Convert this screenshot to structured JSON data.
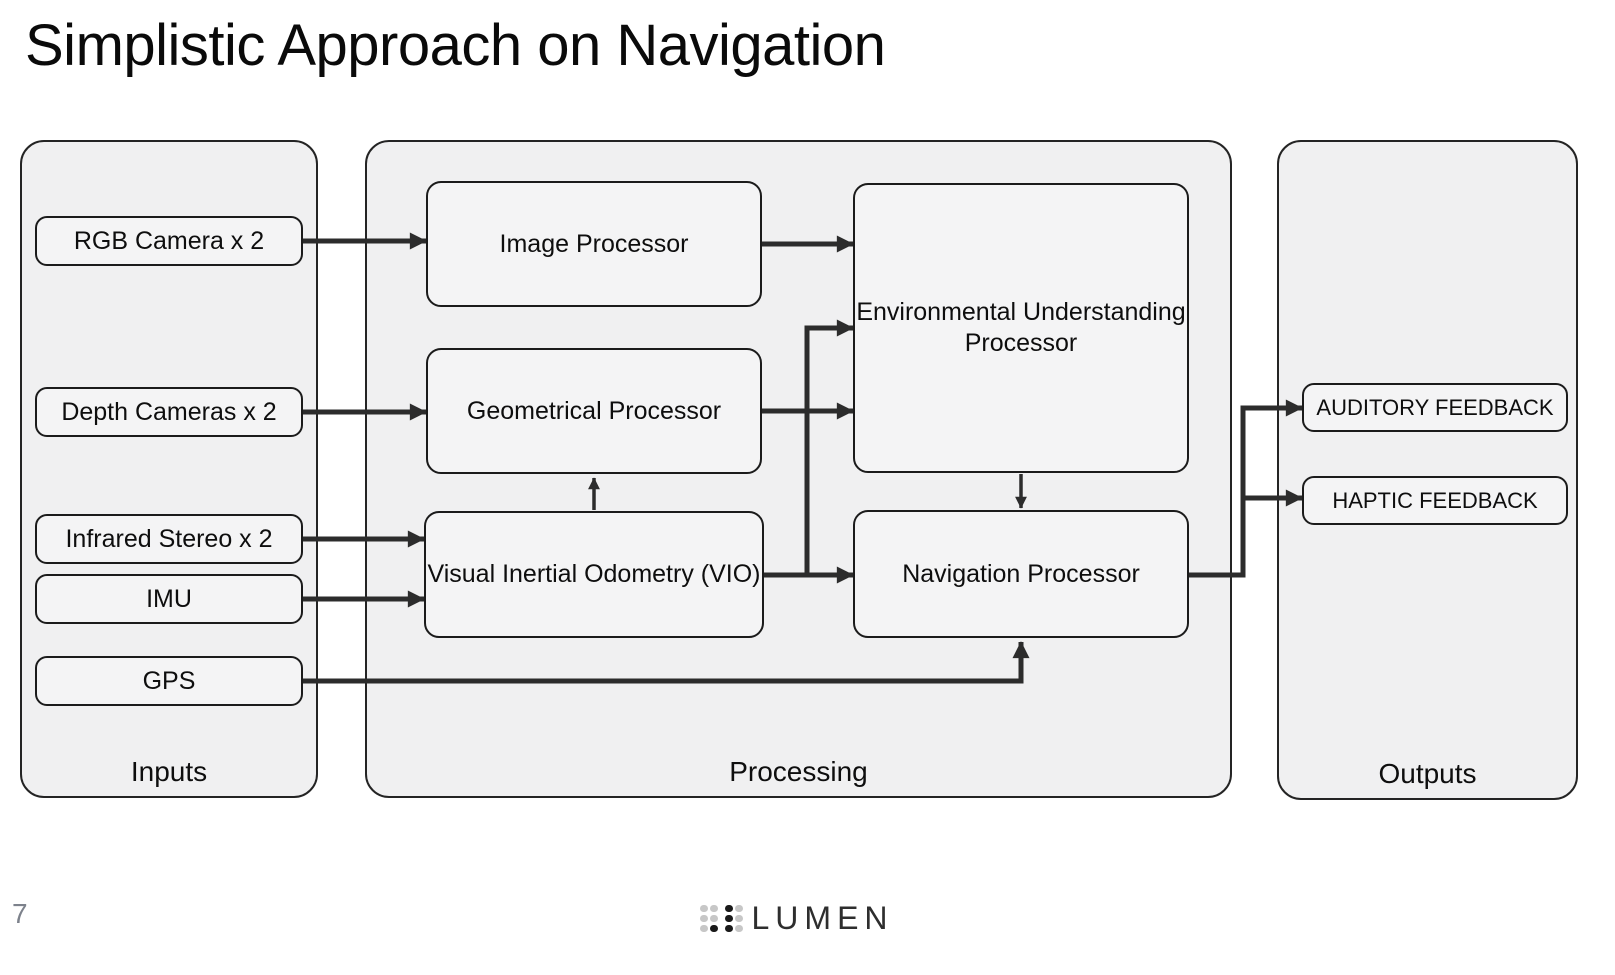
{
  "title": "Simplistic Approach on Navigation",
  "page_number": "7",
  "panels": {
    "inputs": {
      "label": "Inputs"
    },
    "processing": {
      "label": "Processing"
    },
    "outputs": {
      "label": "Outputs"
    }
  },
  "nodes": {
    "rgb_camera": {
      "label": "RGB Camera x 2"
    },
    "depth_cameras": {
      "label": "Depth Cameras x 2"
    },
    "infrared_stereo": {
      "label": "Infrared Stereo x 2"
    },
    "imu": {
      "label": "IMU"
    },
    "gps": {
      "label": "GPS"
    },
    "image_processor": {
      "label": "Image Processor"
    },
    "geometrical_processor": {
      "label": "Geometrical Processor"
    },
    "vio": {
      "label": "Visual Inertial Odometry (VIO)"
    },
    "environmental_understanding": {
      "label": "Environmental Understanding Processor"
    },
    "navigation_processor": {
      "label": "Navigation Processor"
    },
    "auditory_feedback": {
      "label": "AUDITORY FEEDBACK"
    },
    "haptic_feedback": {
      "label": "HAPTIC FEEDBACK"
    }
  },
  "connections": [
    {
      "from": "RGB Camera x 2",
      "to": "Image Processor"
    },
    {
      "from": "Depth Cameras x 2",
      "to": "Geometrical Processor"
    },
    {
      "from": "Infrared Stereo x 2",
      "to": "Visual Inertial Odometry (VIO)"
    },
    {
      "from": "IMU",
      "to": "Visual Inertial Odometry (VIO)"
    },
    {
      "from": "GPS",
      "to": "Navigation Processor"
    },
    {
      "from": "Image Processor",
      "to": "Environmental Understanding Processor"
    },
    {
      "from": "Geometrical Processor",
      "to": "Environmental Understanding Processor"
    },
    {
      "from": "Visual Inertial Odometry (VIO)",
      "to": "Geometrical Processor"
    },
    {
      "from": "Visual Inertial Odometry (VIO)",
      "to": "Environmental Understanding Processor"
    },
    {
      "from": "Visual Inertial Odometry (VIO)",
      "to": "Navigation Processor"
    },
    {
      "from": "Environmental Understanding Processor",
      "to": "Navigation Processor"
    },
    {
      "from": "Navigation Processor",
      "to": "AUDITORY FEEDBACK"
    },
    {
      "from": "Navigation Processor",
      "to": "HAPTIC FEEDBACK"
    }
  ],
  "logo": {
    "text": "LUMEN",
    "braille_dot_rows": [
      "ggbg",
      "ggbg",
      "gbbg"
    ]
  },
  "colors": {
    "panel_fill": "#f0f0f1",
    "node_fill": "#f4f4f5",
    "border": "#1b1b1b",
    "connector": "#2c2c2c",
    "page_number_gray": "#7d828c",
    "dot_gray": "#c7c7c7",
    "dot_black": "#1a1a1a"
  }
}
